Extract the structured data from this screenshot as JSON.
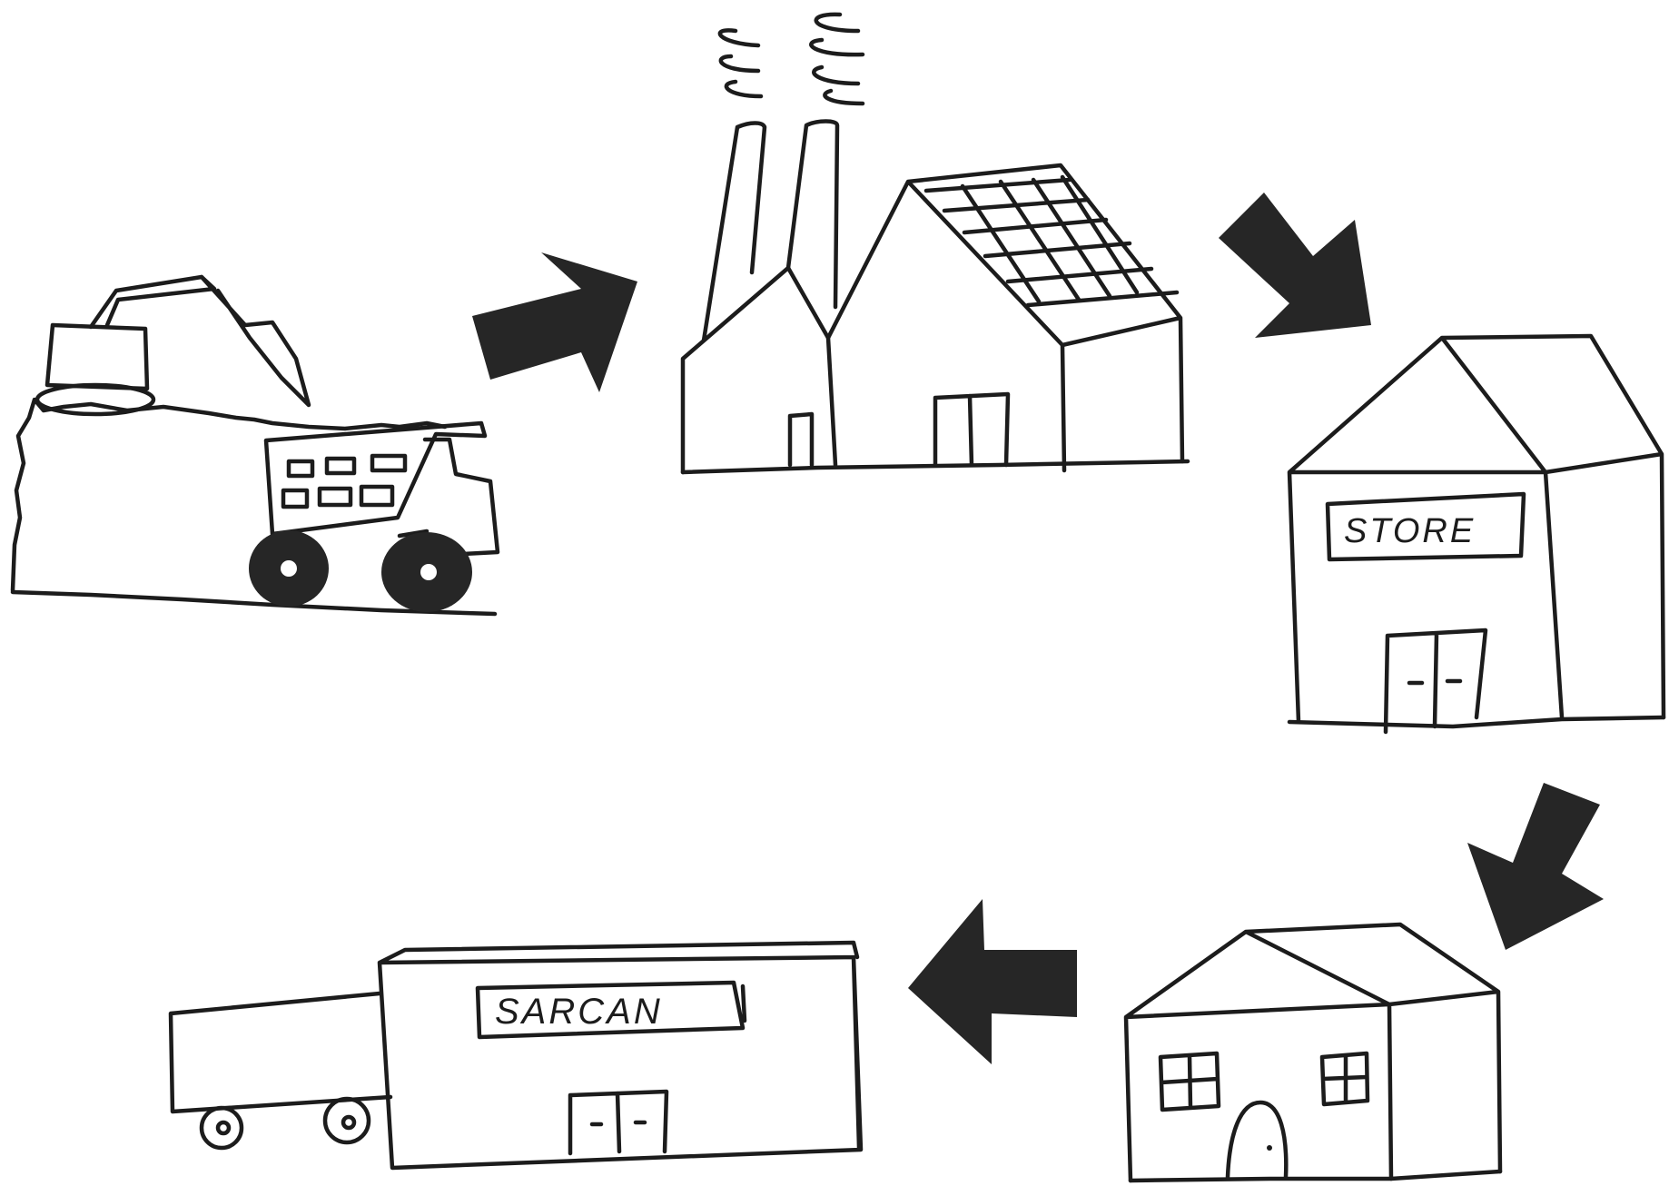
{
  "diagram": {
    "stages": [
      {
        "id": "mine"
      },
      {
        "id": "factory"
      },
      {
        "id": "store",
        "sign": "STORE"
      },
      {
        "id": "house"
      },
      {
        "id": "recycling-depot",
        "sign": "SARCAN"
      }
    ],
    "colors": {
      "ink": "#1c1c1c",
      "arrow": "#262626",
      "background": "#ffffff"
    }
  }
}
